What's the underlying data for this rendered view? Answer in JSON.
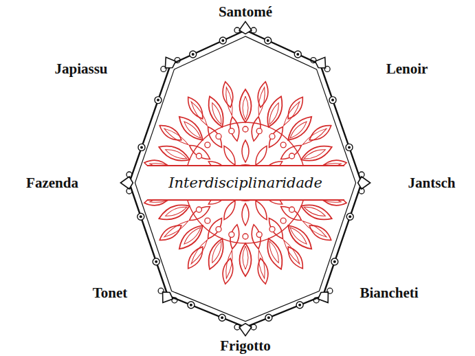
{
  "diagram": {
    "nodes": [
      {
        "text": [
          "Interdisciplinaridade"
        ]
      }
    ],
    "labels": [
      "Santomé",
      "Japiassu",
      "Lenoir",
      "Fazenda",
      "Jantsch",
      "Tonet",
      "Biancheti",
      "Frigotto"
    ]
  }
}
